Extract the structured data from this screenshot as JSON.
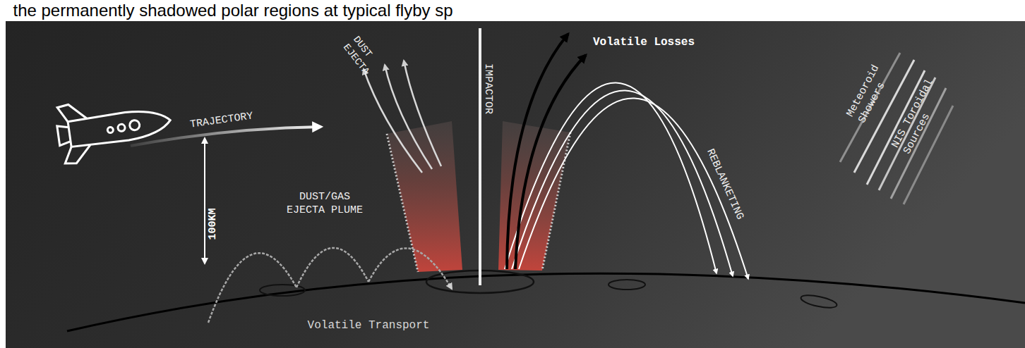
{
  "diagram": {
    "labels": [
      "the permanently shadowed polar regions at typical flyby sp",
      "TRAJECTORY",
      "DUST EJECTA",
      "IMPACTOR",
      "Volatile Losses",
      "Meteoroid Showers",
      "NIS Toroidal Sources",
      "100KM",
      "DUST/GAS EJECTA PLUME",
      "REBLANKETING",
      "Volatile Transport"
    ]
  }
}
